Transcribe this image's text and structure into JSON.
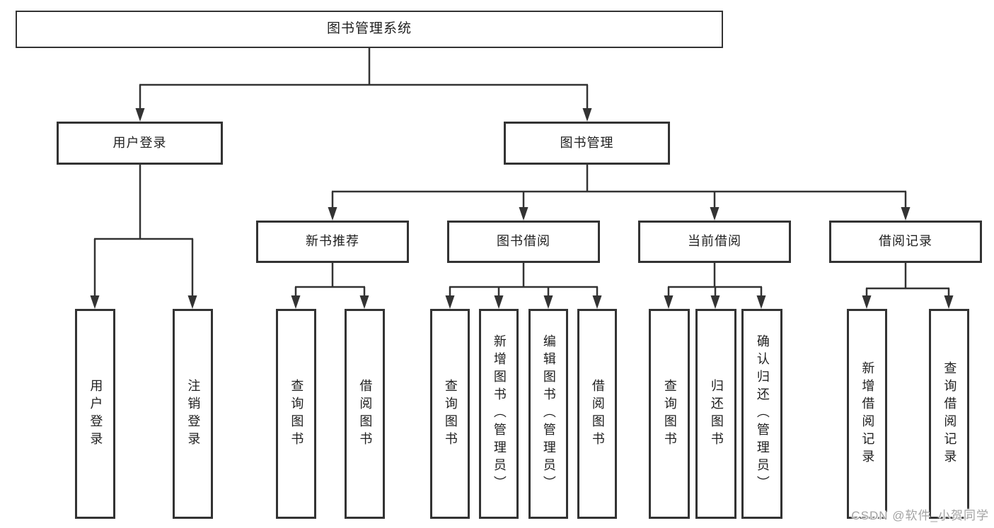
{
  "tree": {
    "root": "图书管理系统",
    "branches": [
      {
        "label": "用户登录",
        "children": [
          "用户登录",
          "注销登录"
        ]
      },
      {
        "label": "图书管理",
        "groups": [
          {
            "label": "新书推荐",
            "children": [
              "查询图书",
              "借阅图书"
            ]
          },
          {
            "label": "图书借阅",
            "children": [
              "查询图书",
              "新增图书（管理员）",
              "编辑图书（管理员）",
              "借阅图书"
            ]
          },
          {
            "label": "当前借阅",
            "children": [
              "查询图书",
              "归还图书",
              "确认归还（管理员）"
            ]
          },
          {
            "label": "借阅记录",
            "children": [
              "新增借阅记录",
              "查询借阅记录"
            ]
          }
        ]
      }
    ]
  },
  "watermark": {
    "text": "CSDN @软件_小贺同学"
  },
  "colors": {
    "line": "#333333",
    "box_border": "#333333",
    "box_background": "#ffffff",
    "text": "#1f1f1f",
    "watermark": "#a3a3a3",
    "page_background": "#ffffff"
  }
}
